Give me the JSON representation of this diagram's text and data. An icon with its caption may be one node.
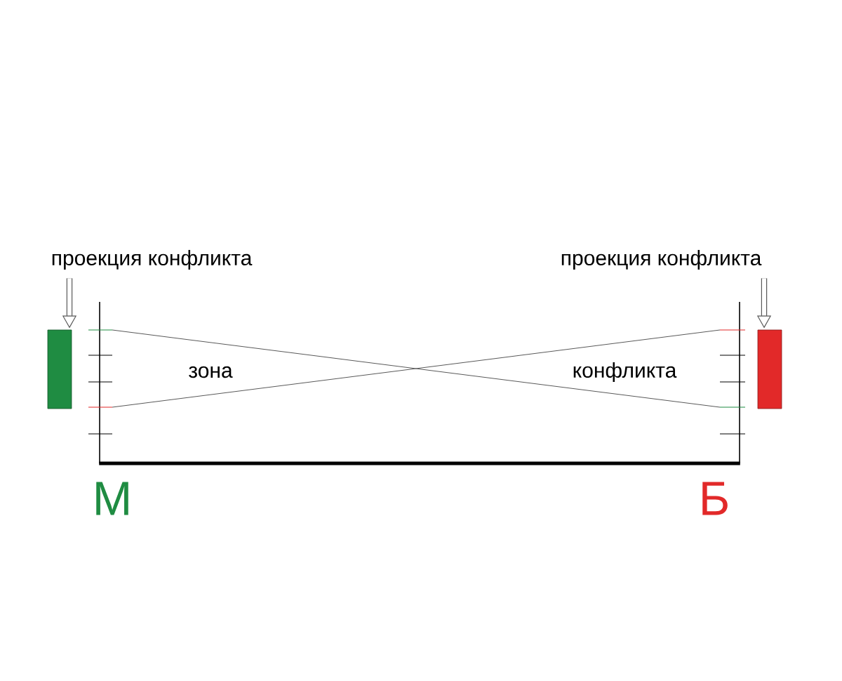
{
  "diagram": {
    "nodes": [
      {
        "text": [
          "проекция конфликта"
        ]
      },
      {
        "text": [],
        "shape": "bar"
      },
      {
        "text": [
          "проекция конфликта"
        ]
      },
      {
        "text": [],
        "shape": "bar"
      }
    ],
    "edges": [
      {
        "from": 0,
        "to": 1,
        "arrow": "to"
      },
      {
        "from": 2,
        "to": 3,
        "arrow": "to"
      }
    ],
    "labels": [
      "зона",
      "конфликта",
      "М",
      "Б"
    ]
  }
}
